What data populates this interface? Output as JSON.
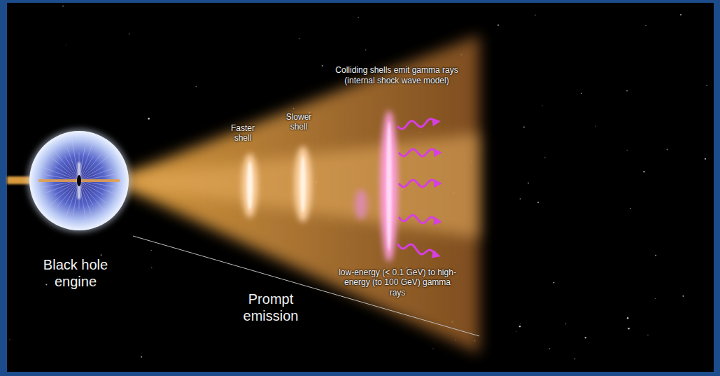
{
  "diagram": {
    "labels": [
      "Colliding shells emit gamma rays (internal shock wave model)",
      "Faster shell",
      "Slower shell",
      "Black hole engine",
      "Prompt emission",
      "low-energy (< 0.1 GeV) to high-energy (to 100 GeV) gamma rays"
    ]
  }
}
